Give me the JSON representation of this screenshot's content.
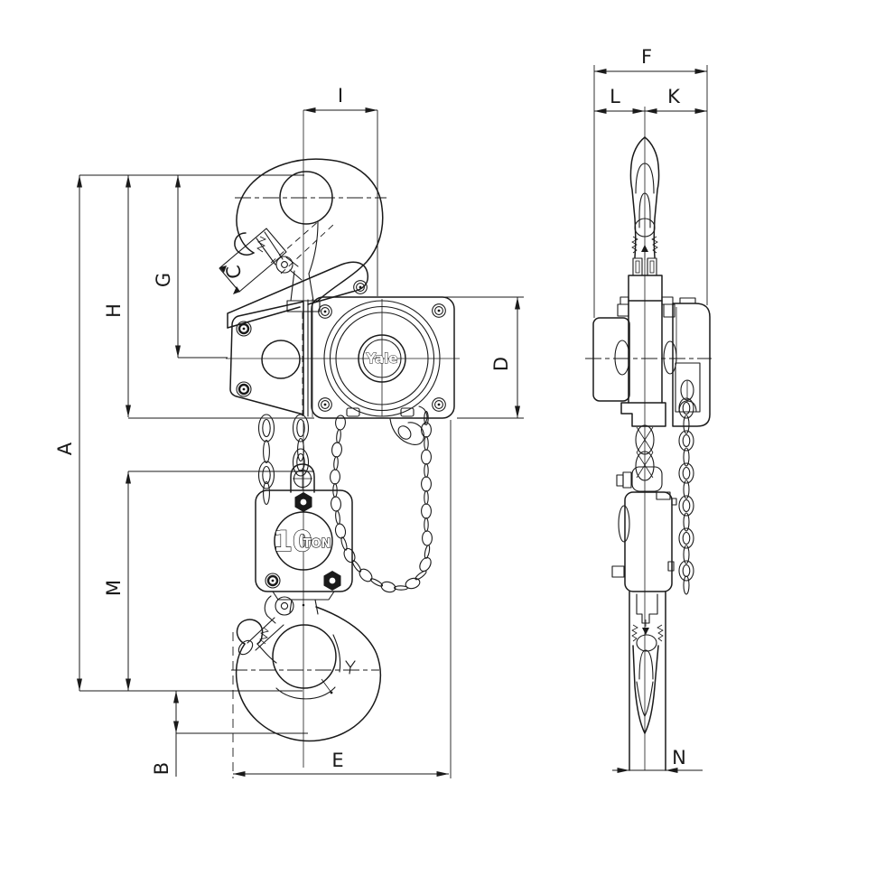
{
  "page": {
    "background": "#ffffff",
    "line_color": "#1a1a1a"
  },
  "drawing": {
    "kind": "engineering dimension drawing",
    "subject": "chain hoist, front and side elevations",
    "branding": {
      "logo": "Yale",
      "capacity_value": "10",
      "capacity_unit": "TON"
    },
    "front_view": {
      "dimension_labels": {
        "A": "A",
        "B": "B",
        "C": "C",
        "D": "D",
        "E": "E",
        "G": "G",
        "H": "H",
        "I": "I",
        "M": "M"
      }
    },
    "side_view": {
      "dimension_labels": {
        "F": "F",
        "K": "K",
        "L": "L",
        "N": "N"
      }
    }
  }
}
